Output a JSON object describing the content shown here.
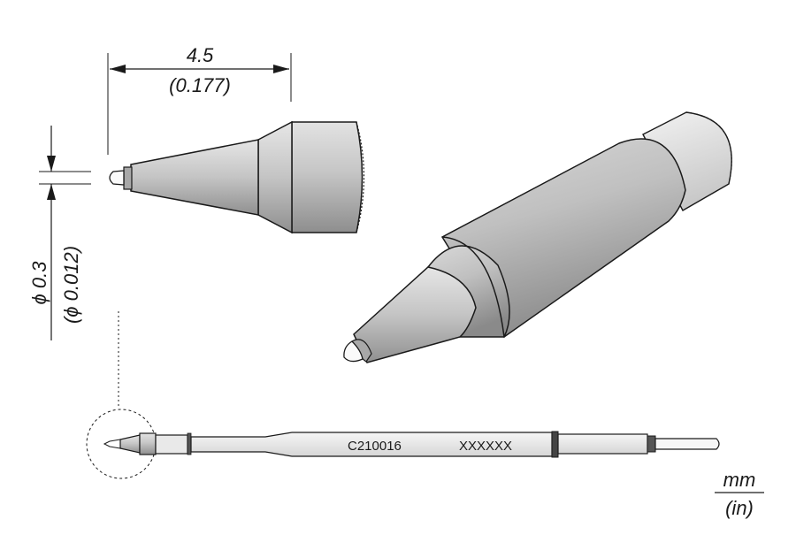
{
  "dimensions": {
    "length_mm": "4.5",
    "length_in": "(0.177)",
    "diameter_mm": "ϕ 0.3",
    "diameter_in": "(ϕ 0.012)"
  },
  "cartridge": {
    "part_number": "C210016",
    "code": "XXXXXX"
  },
  "units": {
    "primary": "mm",
    "secondary": "(in)"
  },
  "colors": {
    "line": "#1a1a1a",
    "body_light": "#e6e6e6",
    "body_mid": "#b8b8b8",
    "body_dark": "#8c8c8c",
    "tip_white": "#fafafa",
    "rings": "#444444"
  }
}
